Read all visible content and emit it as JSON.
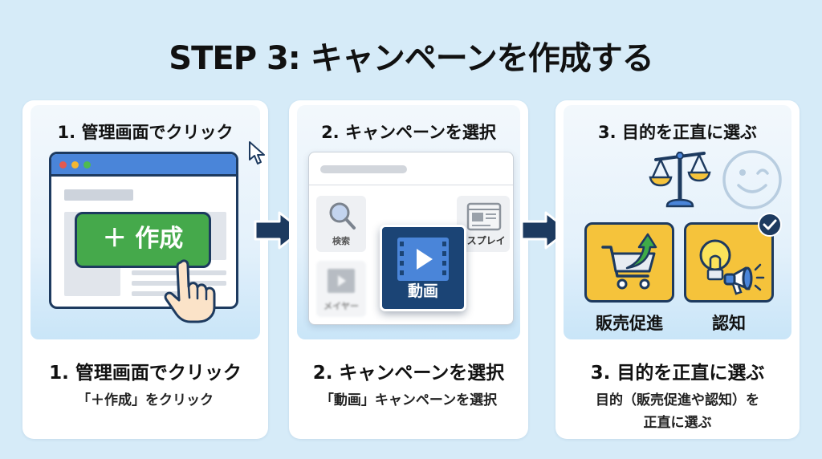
{
  "title": "STEP 3: キャンペーンを作成する",
  "colors": {
    "background": "#d6ebf8",
    "navy": "#1d3a5f",
    "create_green": "#45a94b",
    "browser_blue": "#4a85d9",
    "video_navy": "#1b4475",
    "goal_yellow": "#f5c33b"
  },
  "steps": [
    {
      "panel_title": "1. 管理画面でクリック",
      "caption_title": "1. 管理画面でクリック",
      "caption_body": "「＋作成」をクリック",
      "illustration": {
        "button_label": "＋ 作成",
        "icons": [
          "browser-window-icon",
          "pointer-cursor-icon",
          "hand-pointer-icon"
        ]
      }
    },
    {
      "panel_title": "2. キャンペーンを選択",
      "caption_title": "2. キャンペーンを選択",
      "caption_body": "「動画」キャンペーンを選択",
      "illustration": {
        "options": [
          {
            "label": "検索",
            "icon": "magnifier-icon",
            "selected": false
          },
          {
            "label": "動画",
            "icon": "video-play-icon",
            "selected": true
          },
          {
            "label": "ディスプレイ",
            "icon": "display-ad-icon",
            "selected": false
          },
          {
            "label": "メイヤー",
            "icon": "video-icon",
            "selected": false
          }
        ]
      }
    },
    {
      "panel_title": "3. 目的を正直に選ぶ",
      "caption_title": "3. 目的を正直に選ぶ",
      "caption_body_line1": "目的（販売促進や認知）を",
      "caption_body_line2": "正直に選ぶ",
      "illustration": {
        "goals": [
          {
            "label": "販売促進",
            "icon": "cart-growth-icon",
            "checked": false
          },
          {
            "label": "認知",
            "icon": "lightbulb-megaphone-icon",
            "checked": true
          }
        ],
        "icons": [
          "balance-scale-icon",
          "wink-face-icon",
          "check-badge-icon"
        ]
      }
    }
  ]
}
